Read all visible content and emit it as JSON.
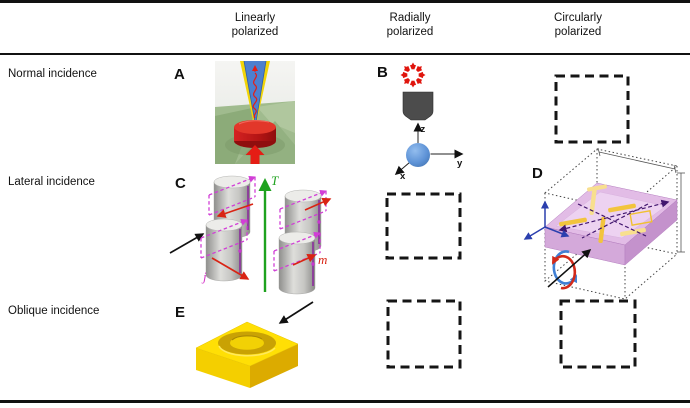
{
  "header": {
    "columns": [
      {
        "line1": "Linearly",
        "line2": "polarized"
      },
      {
        "line1": "Radially",
        "line2": "polarized"
      },
      {
        "line1": "Circularly",
        "line2": "polarized"
      }
    ]
  },
  "rows": [
    {
      "label": "Normal incidence"
    },
    {
      "label": "Lateral incidence"
    },
    {
      "label": "Oblique incidence"
    }
  ],
  "panels": {
    "a": {
      "letter": "A",
      "art": "focused-linearly-polarized-beam-on-red-nanodisk"
    },
    "b": {
      "letter": "B",
      "art": "radially-polarized-doughnut-beam-objective-and-nanosphere",
      "axes": {
        "x": "x",
        "y": "y",
        "z": "z"
      }
    },
    "c": {
      "letter": "C",
      "art": "four-nanocylinder-cluster-toroidal-dipole",
      "labels": {
        "toroidal_moment": "T",
        "current": "j",
        "magnetic_moment": "m"
      }
    },
    "d": {
      "letter": "D",
      "art": "chiral-nanorod-metamolecule-slab-circular-polarization"
    },
    "e": {
      "letter": "E",
      "art": "ring-groove-block-oblique-incidence"
    }
  },
  "placeholders": [
    {
      "row": "Normal incidence",
      "column": "Circularly polarized"
    },
    {
      "row": "Lateral incidence",
      "column": "Radially polarized"
    },
    {
      "row": "Oblique incidence",
      "column": "Radially polarized"
    },
    {
      "row": "Oblique incidence",
      "column": "Circularly polarized"
    }
  ],
  "colors": {
    "rule_black": "#111111",
    "red": "#e01d15",
    "dark_red_disk": "#b31414",
    "green_arrow": "#1ea21e",
    "magenta_loop": "#d13fd6",
    "purple_edge": "#8a1d9e",
    "yellow_block": "#ffdf05",
    "gold_rod": "#f2c43d",
    "pink_slab": "#e2bce6",
    "blue_sphere": "#5d92d6",
    "blue_axes": "#2b3fae",
    "gray_objective": "#4c4c4c",
    "ground_green": "#a0bb8e",
    "cone_blue": "#4d80cf",
    "cone_yellow": "#f2d508"
  }
}
